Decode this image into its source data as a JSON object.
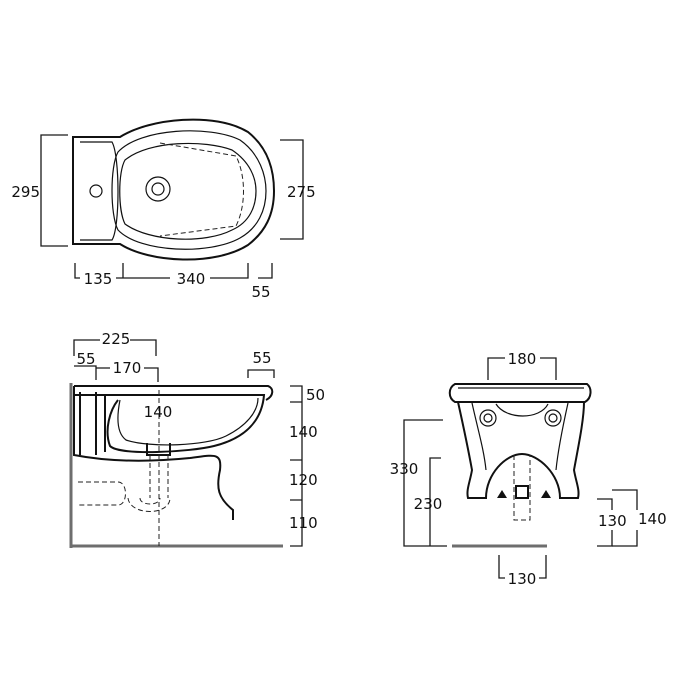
{
  "top_view": {
    "height_total": "295",
    "height_bowl": "275",
    "width_rear": "135",
    "width_middle": "340",
    "width_front": "55"
  },
  "side_view": {
    "depth_total": "225",
    "tap_offset": "55",
    "bowl_offset": "170",
    "rim_front": "55",
    "waste_offset": "140",
    "rim_height": "50",
    "bowl_depth": "140",
    "waste_height": "120",
    "floor_height": "110"
  },
  "back_view": {
    "top_width": "180",
    "total_height": "330",
    "inlet_height": "230",
    "pan_connector_height": "130",
    "pan_connector_total": "140",
    "base_width": "130"
  }
}
